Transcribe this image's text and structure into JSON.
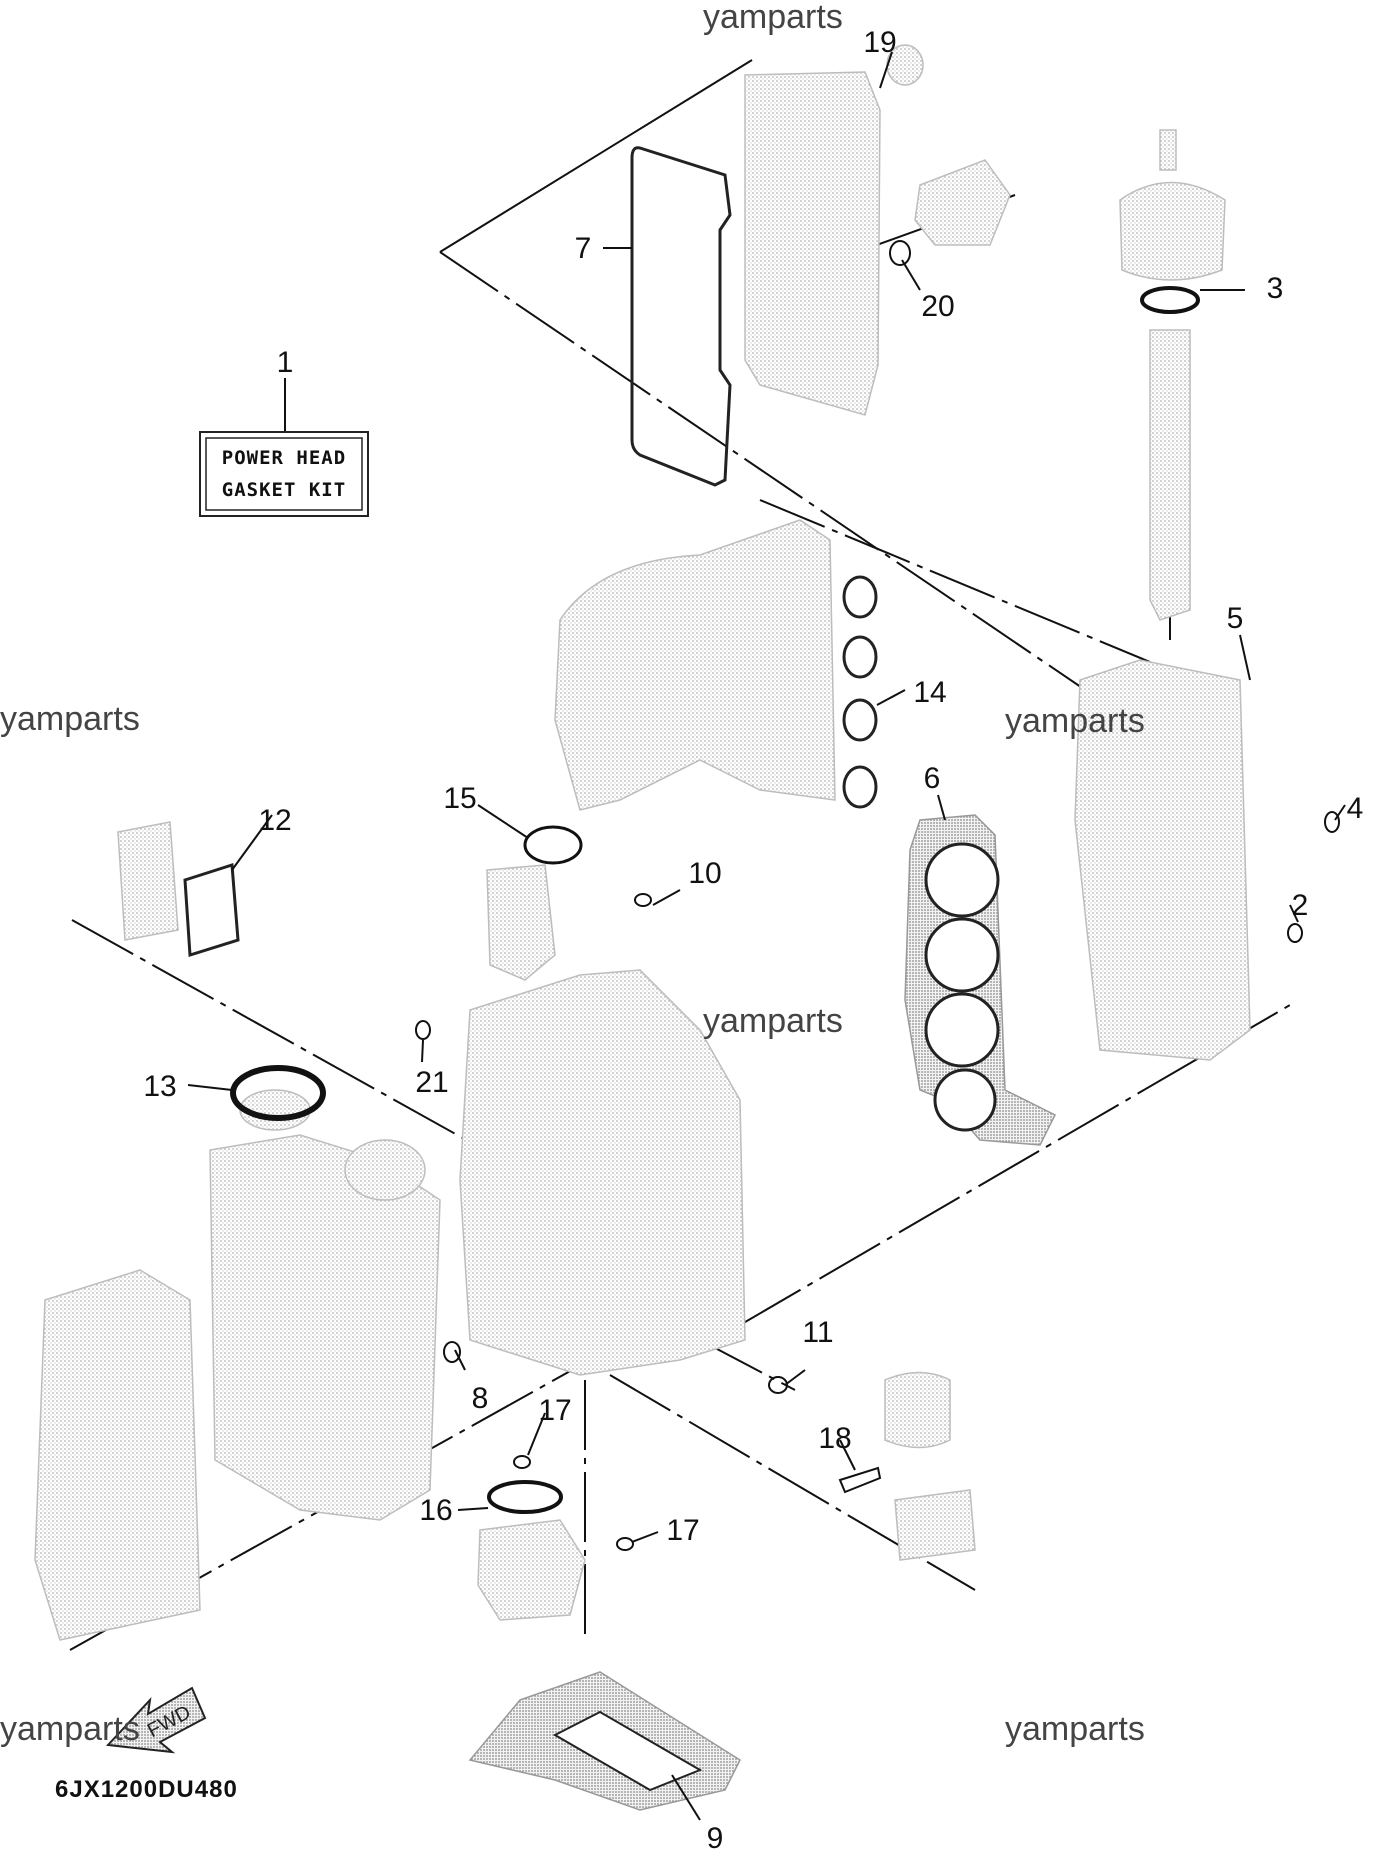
{
  "kit_label": {
    "line1": "POWER HEAD",
    "line2": "GASKET KIT"
  },
  "diagram_code": "6JX1200DU480",
  "fwd_label": "FWD",
  "watermarks": [
    "yamparts",
    "yamparts",
    "yamparts",
    "yamparts",
    "yamparts",
    "yamparts"
  ],
  "callouts": [
    "1",
    "2",
    "3",
    "4",
    "5",
    "6",
    "7",
    "8",
    "9",
    "10",
    "11",
    "12",
    "13",
    "14",
    "15",
    "16",
    "17",
    "17",
    "18",
    "19",
    "20",
    "21"
  ]
}
